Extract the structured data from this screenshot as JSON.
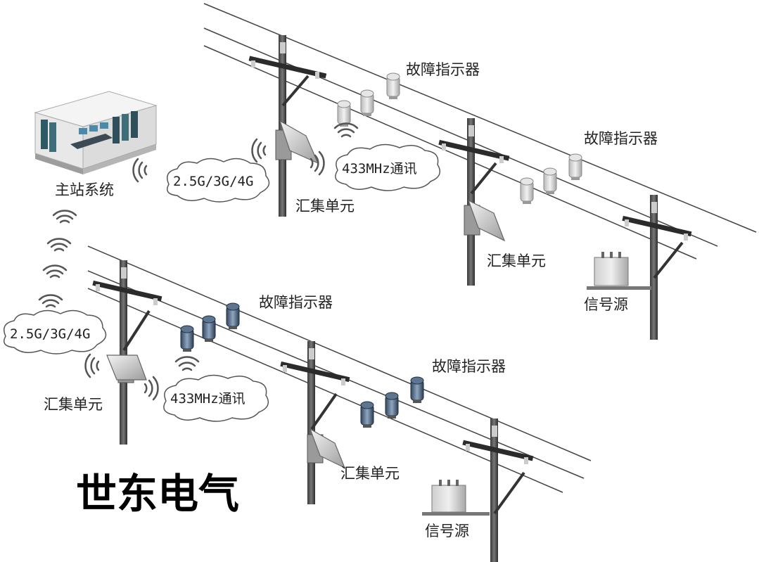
{
  "labels": {
    "master_station": "主站系统",
    "fault_indicator": "故障指示器",
    "collection_unit": "汇集单元",
    "signal_source": "信号源",
    "cellular_link": "2.5G/3G/4G",
    "rf_link": "433MHz通讯",
    "brand": "世东电气"
  }
}
